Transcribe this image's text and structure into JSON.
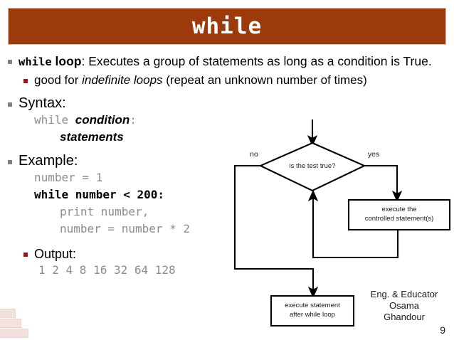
{
  "slide": {
    "title": "while",
    "page_number": "9",
    "accent_color": "#9c3a0c",
    "bullet_gray": "#808080",
    "bullet_red": "#9c1616",
    "code_gray": "#8c8c8c"
  },
  "bullets": {
    "main": {
      "keyword": "while",
      "keyword_suffix": " loop",
      "rest": ": Executes a group of statements as long as a condition is True."
    },
    "sub": {
      "prefix": "good for ",
      "italic": "indefinite loops",
      "suffix": " (repeat an unknown number of times)"
    }
  },
  "syntax": {
    "heading": "Syntax:",
    "keyword": "while ",
    "condition": "condition",
    "colon": ":",
    "statements": "statements"
  },
  "example": {
    "heading": "Example:",
    "lines": [
      "number = 1",
      "while number < 200:",
      "print number,",
      "number = number * 2"
    ]
  },
  "output": {
    "heading": "Output:",
    "values": "1 2 4 8 16 32 64 128"
  },
  "flowchart": {
    "decision_label": "is the test true?",
    "no_label": "no",
    "yes_label": "yes",
    "body_box_line1": "execute the",
    "body_box_line2": "controlled statement(s)",
    "after_box_line1": "execute statement",
    "after_box_line2": "after while loop"
  },
  "attribution": {
    "line1": "Eng. & Educator Osama",
    "line2": "Ghandour"
  }
}
